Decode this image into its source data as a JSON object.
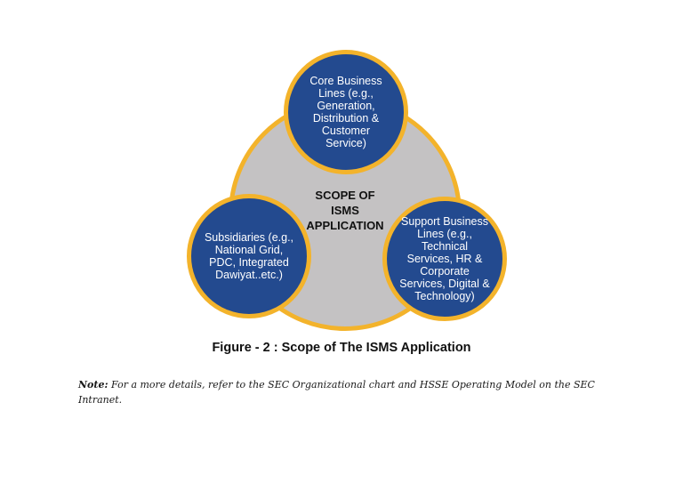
{
  "diagram": {
    "center": {
      "label": "SCOPE OF\nISMS\nAPPLICATION"
    },
    "nodes": [
      {
        "id": "top",
        "label": "Core Business\nLines (e.g.,\nGeneration,\nDistribution &\nCustomer\nService)"
      },
      {
        "id": "left",
        "label": "Subsidiaries (e.g.,\nNational Grid,\nPDC, Integrated\nDawiyat..etc.)"
      },
      {
        "id": "right",
        "label": "Support Business\nLines (e.g.,\nTechnical\nServices, HR &\nCorporate\nServices, Digital &\nTechnology)"
      }
    ],
    "colors": {
      "node_fill": "#234a8f",
      "node_border": "#f3b32b",
      "center_fill": "#c4c2c3",
      "center_border": "#f3b32b"
    }
  },
  "caption": "Figure - 2 : Scope of The ISMS Application",
  "note": {
    "label": "Note:",
    "text": " For a more details, refer to the SEC Organizational chart and HSSE Operating Model on the SEC Intranet."
  }
}
